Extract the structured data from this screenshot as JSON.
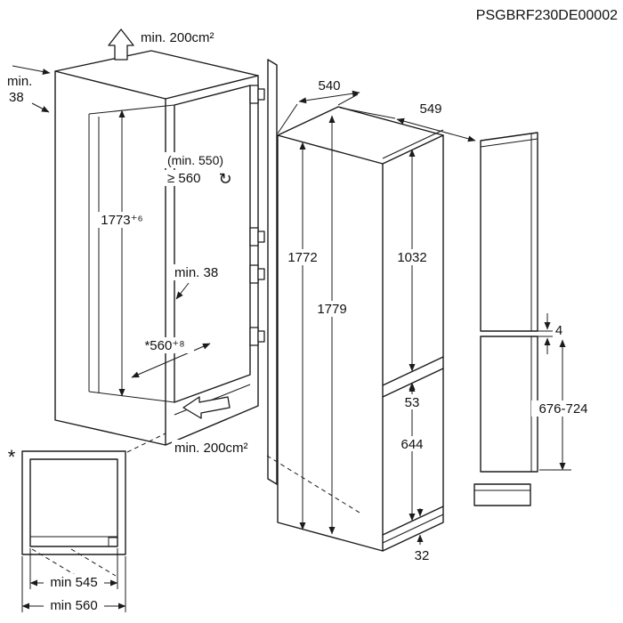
{
  "model": "PSGBRF230DE00002",
  "cabinet": {
    "vent_top": "min. 200cm²",
    "wall_top_line1": "min.",
    "wall_top_line2": "38",
    "niche_height": "1773⁺⁶",
    "depth_min_paren": "(min. 550)",
    "depth_min": "≥ 560",
    "wall_mid": "min. 38",
    "depth_star": "*560⁺⁸",
    "vent_bottom": "min. 200cm²"
  },
  "appliance": {
    "width": "540",
    "depth": "549",
    "height": "1772",
    "height_overall": "1779",
    "upper_door": "1032",
    "door_gap": "53",
    "lower_door": "644",
    "plinth": "32"
  },
  "panel": {
    "gap": "4",
    "lower_panel_range": "676-724"
  },
  "top_view": {
    "asterisk": "*",
    "inner_width": "min 545",
    "outer_width": "min 560"
  },
  "icons": {
    "adjust_rotate": "↻"
  }
}
